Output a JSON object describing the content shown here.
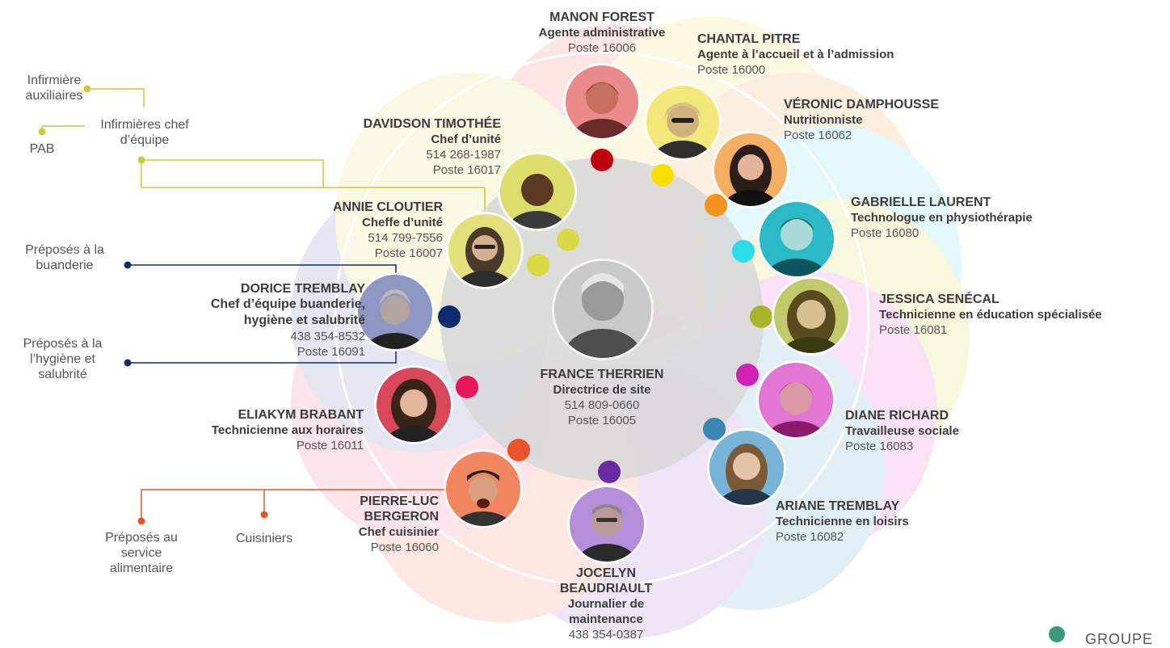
{
  "colors": {
    "red": "#c0000d",
    "yellow": "#f7e000",
    "orange": "#f2921e",
    "cyan": "#2bdde8",
    "olive": "#a8b42a",
    "magenta": "#d21fb6",
    "steelblue": "#3a86b3",
    "purple": "#6a2aa4",
    "deeporange": "#e8542a",
    "crimson": "#e8175d",
    "navy": "#0d2b6e",
    "khaki": "#d9d945",
    "brand_green": "#3c9a7c"
  },
  "director": {
    "name": "FRANCE THERRIEN",
    "role": "Directrice de site",
    "phone": "514 809-0660",
    "ext": "Poste 16005"
  },
  "people": {
    "manon": {
      "name": "MANON FOREST",
      "role": "Agente administrative",
      "ext": "Poste 16006"
    },
    "chantal": {
      "name": "CHANTAL PITRE",
      "role": "Agente à l’accueil et à l’admission",
      "ext": "Poste 16000"
    },
    "veronic": {
      "name": "VÉRONIC DAMPHOUSSE",
      "role": "Nutritionniste",
      "ext": "Poste 16062"
    },
    "gabrielle": {
      "name": "GABRIELLE LAURENT",
      "role": "Technologue en physiothérapie",
      "ext": "Poste 16080"
    },
    "jessica": {
      "name": "JESSICA SENÉCAL",
      "role": "Technicienne en éducation spécialisée",
      "ext": "Poste 16081"
    },
    "diane": {
      "name": "DIANE RICHARD",
      "role": "Travailleuse sociale",
      "ext": "Poste 16083"
    },
    "ariane": {
      "name": "ARIANE TREMBLAY",
      "role": "Technicienne en loisirs",
      "ext": "Poste 16082"
    },
    "jocelyn": {
      "name1": "JOCELYN",
      "name2": "BEAUDRIAULT",
      "role1": "Journalier de",
      "role2": "maintenance",
      "phone": "438 354-0387"
    },
    "pierreluc": {
      "name1": "PIERRE-LUC",
      "name2": "BERGERON",
      "role": "Chef cuisinier",
      "ext": "Poste 16060"
    },
    "eliakym": {
      "name": "ELIAKYM BRABANT",
      "role": "Technicienne aux horaires",
      "ext": "Poste 16011"
    },
    "dorice": {
      "name": "DORICE TREMBLAY",
      "role1": "Chef d’équipe buanderie,",
      "role2": "hygiène et salubrité",
      "phone": "438 354-8532",
      "ext": "Poste 16091"
    },
    "annie": {
      "name": "ANNIE CLOUTIER",
      "role": "Cheffe d’unité",
      "phone": "514 799-7556",
      "ext": "Poste 16007"
    },
    "davidson": {
      "name": "DAVIDSON TIMOTHÉE",
      "role": "Chef d’unité",
      "phone": "514 268-1987",
      "ext": "Poste 16017"
    }
  },
  "groups": {
    "inf_aux1": "Infirmière",
    "inf_aux2": "auxiliaires",
    "inf_chef1": "Infirmières chef",
    "inf_chef2": "d’équipe",
    "pab": "PAB",
    "buand1": "Préposés à la",
    "buand2": "buanderie",
    "hyg1": "Préposés à la",
    "hyg2": "l’hygiène et",
    "hyg3": "salubrité",
    "alim1": "Préposés au",
    "alim2": "service",
    "alim3": "alimentaire",
    "cuis": "Cuisiniers"
  },
  "brand": {
    "text": "GROUPE"
  }
}
